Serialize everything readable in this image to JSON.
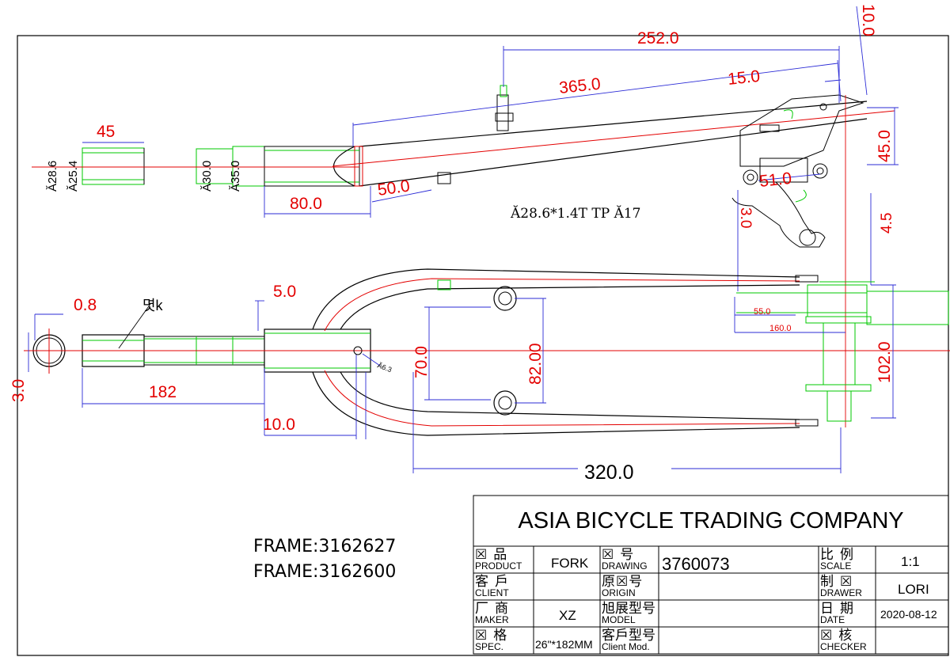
{
  "drawing": {
    "dimensions": {
      "d252": "252.0",
      "d10_top": "10.0",
      "d365": "365.0",
      "d15": "15.0",
      "d45_right": "45.0",
      "d45_left": "45",
      "d51": "51.0",
      "d50": "50.0",
      "d80": "80.0",
      "d3_right": "3.0",
      "d4_5": "4.5",
      "d5": "5.0",
      "d0_8": "0.8",
      "d182": "182",
      "d10_bottom": "10.0",
      "d3_left": "3.0",
      "d70": "70.0",
      "d82": "82.00",
      "d102": "102.0",
      "d320": "320.0",
      "d55": "55.0",
      "d160": "160.0"
    },
    "diameters": {
      "d28_6": "Ă28.6",
      "d25_4": "Ă25.4",
      "d30": "Ă30.0",
      "d35": "Ă35.0",
      "d6_3": "Ă6.3"
    },
    "note_tube": "Ă28.6*1.4T TP Ă17",
    "note_k": "몃k"
  },
  "frames": {
    "line1": "FRAME:3162627",
    "line2": "FRAME:3162600"
  },
  "title_block": {
    "company": "ASIA BICYCLE TRADING COMPANY",
    "product": {
      "zh": "☒品",
      "en": "PRODUCT",
      "value": "FORK"
    },
    "drawing_no": {
      "zh": "☒号",
      "en": "DRAWING",
      "value": "3760073"
    },
    "scale": {
      "zh": "比例",
      "en": "SCALE",
      "value": "1:1"
    },
    "client": {
      "zh": "客戶",
      "en": "CLIENT",
      "value": ""
    },
    "origin": {
      "zh": "原☒号",
      "en": "ORIGIN",
      "value": ""
    },
    "drawer": {
      "zh": "制☒",
      "en": "DRAWER",
      "value": "LORI"
    },
    "maker": {
      "zh": "厂商",
      "en": "MAKER",
      "value": "XZ"
    },
    "model": {
      "zh": "旭展型号",
      "en": "MODEL",
      "value": ""
    },
    "date": {
      "zh": "日期",
      "en": "DATE",
      "value": "2020-08-12"
    },
    "spec": {
      "zh": "☒格",
      "en": "SPEC.",
      "value": "26\"*182MM"
    },
    "client_mod": {
      "zh": "客戶型号",
      "en": "Client Mod.",
      "value": ""
    },
    "checker": {
      "zh": "☒核",
      "en": "CHECKER",
      "value": ""
    }
  },
  "colors": {
    "dimension": "#e30000",
    "dimension_line": "#2b2bd6",
    "centerline": "#e30000",
    "part_highlight": "#00c800",
    "outline": "#000000"
  }
}
